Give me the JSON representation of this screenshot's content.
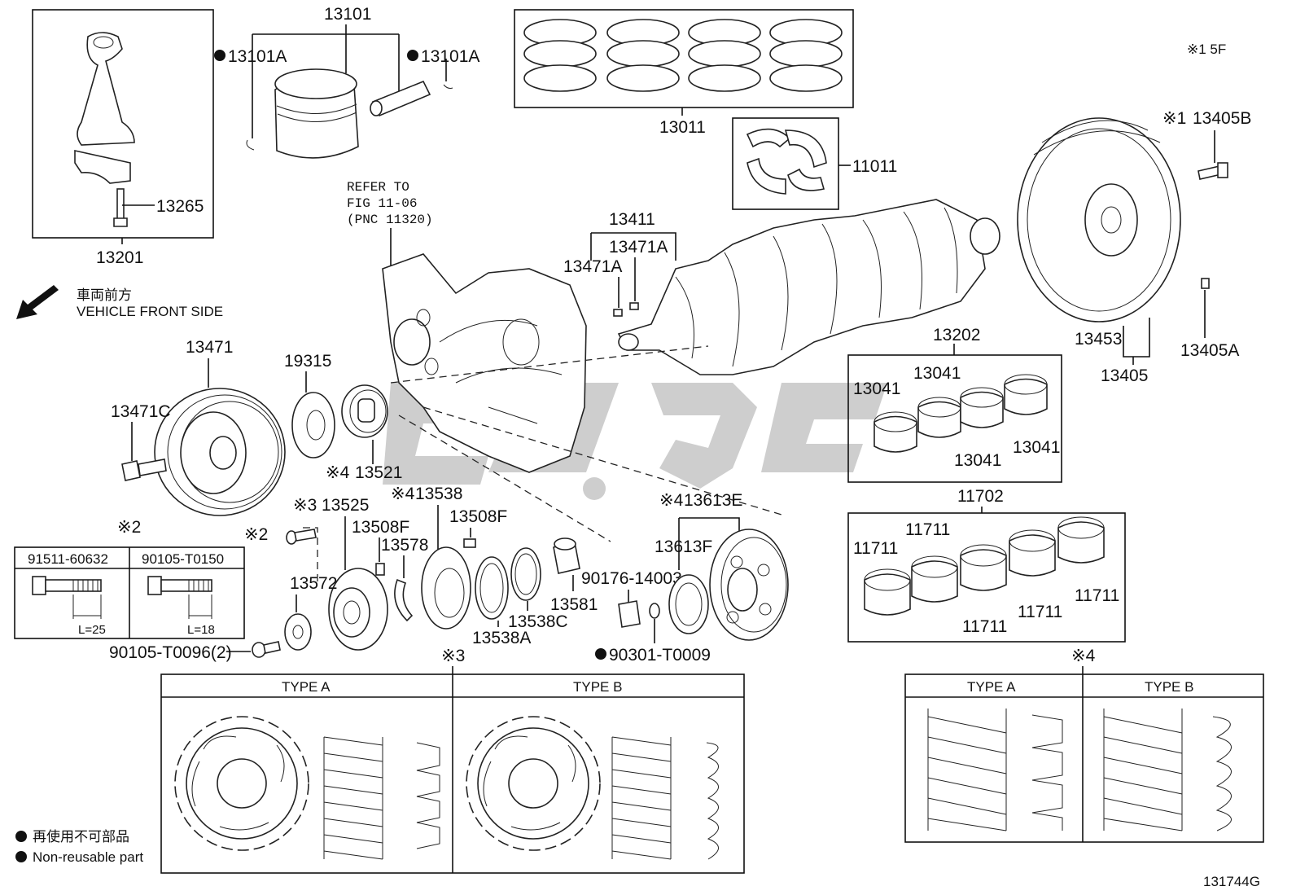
{
  "diagram_id": "131744G",
  "marks": {
    "bullet": "●",
    "note": "※"
  },
  "top_right_note": "※1 5F",
  "front_side": {
    "jp": "車両前方",
    "en": "VEHICLE FRONT SIDE"
  },
  "refer": {
    "line1": "REFER TO",
    "line2": "FIG 11-06",
    "line3": "(PNC 11320)"
  },
  "legend": {
    "jp": "再使用不可部品",
    "en": "Non-reusable part"
  },
  "parts": {
    "p13101": "13101",
    "p13101a_left": "13101A",
    "p13101a_right": "13101A",
    "p13011": "13011",
    "p11011": "11011",
    "p13265": "13265",
    "p13201": "13201",
    "p13405b": "13405B",
    "p13405b_note": "※1",
    "p13411": "13411",
    "p13471a_1": "13471A",
    "p13471a_2": "13471A",
    "p13453": "13453",
    "p13405a": "13405A",
    "p13405": "13405",
    "p13202": "13202",
    "p13041_1": "13041",
    "p13041_2": "13041",
    "p13041_3": "13041",
    "p13041_4": "13041",
    "p13471": "13471",
    "p19315": "19315",
    "p13471c": "13471C",
    "p13521": "13521",
    "p13521_note": "※4",
    "p13538": "13538",
    "p13538_note": "※4",
    "p13525": "13525",
    "p13525_note": "※3",
    "p13508f_1": "13508F",
    "p13508f_2": "13508F",
    "p13578": "13578",
    "p13572": "13572",
    "p13581": "13581",
    "p13538c": "13538C",
    "p13538a": "13538A",
    "p90176": "90176-14003",
    "p90301": "90301-T0009",
    "p13613e": "13613E",
    "p13613e_note": "※4",
    "p13613f": "13613F",
    "p11702": "11702",
    "p11711_1": "11711",
    "p11711_2": "11711",
    "p11711_3": "11711",
    "p11711_4": "11711",
    "p11711_5": "11711",
    "p90105_t0096": "90105-T0096(2)",
    "bolt_note": "※2"
  },
  "bolt_table": {
    "note": "※2",
    "col1": "91511-60632",
    "col2": "90105-T0150",
    "len1": "L=25",
    "len2": "L=18"
  },
  "type_panel_3": {
    "note": "※3",
    "type_a": "TYPE A",
    "type_b": "TYPE B"
  },
  "type_panel_4": {
    "note": "※4",
    "type_a": "TYPE A",
    "type_b": "TYPE B"
  }
}
